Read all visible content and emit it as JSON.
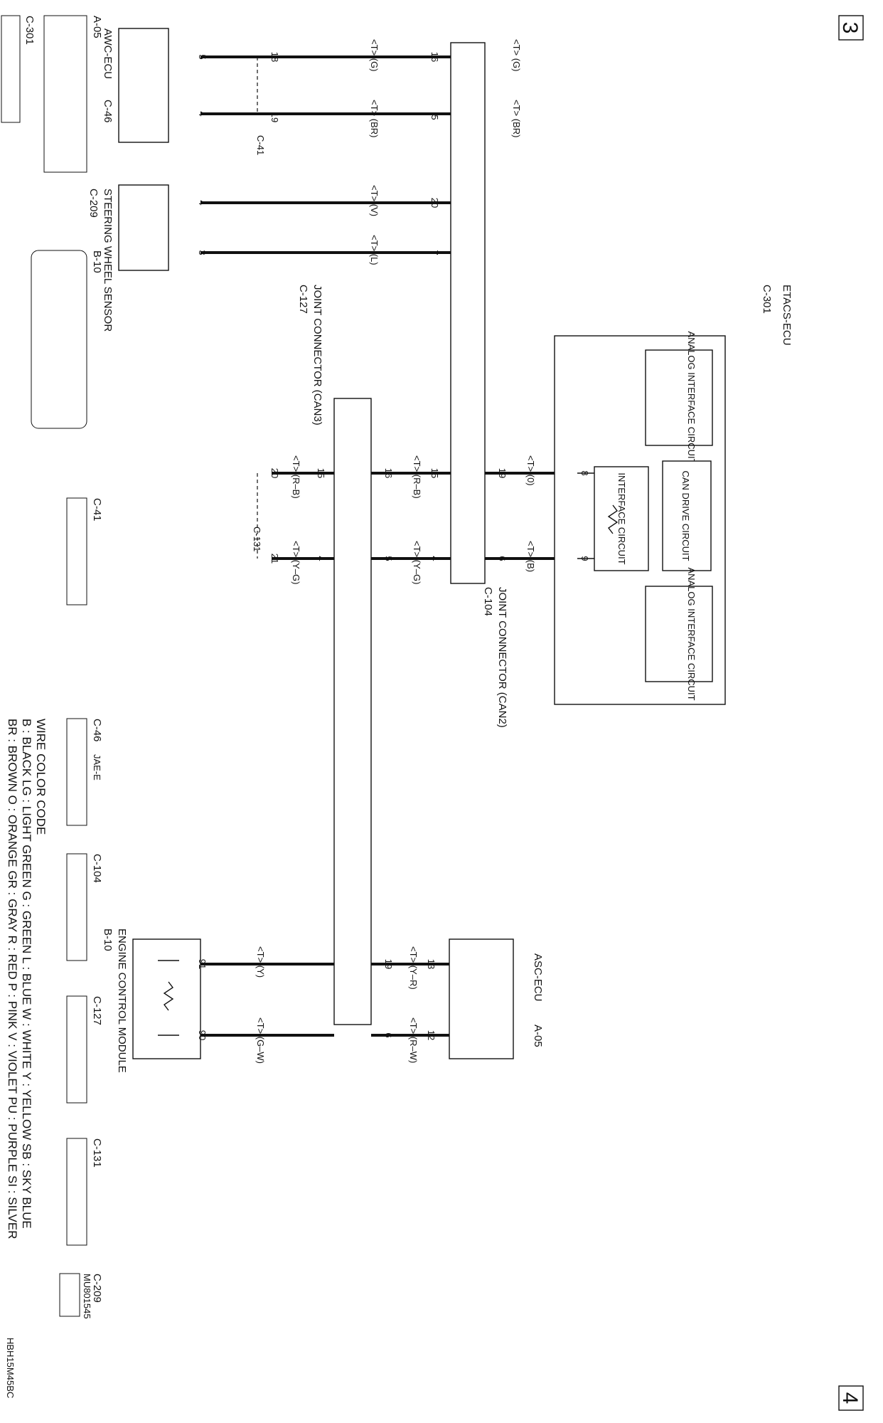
{
  "page_markers": {
    "top": "3",
    "bottom": "4"
  },
  "drawing_code": "HBH15M45BC",
  "etacs": {
    "name": "ETACS-ECU",
    "connector": "C-301",
    "blocks": [
      "ANALOG INTERFACE CIRCUIT",
      "CAN DRIVE CIRCUIT",
      "INTERFACE CIRCUIT",
      "ANALOG INTERFACE CIRCUIT"
    ],
    "pins": [
      "8",
      "9"
    ]
  },
  "joint_can2": {
    "name": "JOINT CONNECTOR (CAN2)",
    "connector": "C-104",
    "pins": [
      "16",
      "5",
      "20",
      "7",
      "19",
      "6",
      "15",
      "4"
    ]
  },
  "joint_can3": {
    "name": "JOINT CONNECTOR (CAN3)",
    "connector": "C-127",
    "pins": [
      "16",
      "5",
      "15",
      "4",
      "19",
      "6"
    ]
  },
  "c131": {
    "connector": "C-131",
    "pins": [
      "20",
      "21"
    ]
  },
  "c41": {
    "connector": "C-41",
    "pins": [
      "18",
      "19"
    ]
  },
  "awc": {
    "name": "AWC-ECU",
    "connector": "C-46",
    "pins": [
      "5",
      "4"
    ]
  },
  "steering": {
    "name": "STEERING WHEEL SENSOR",
    "connector": "C-209",
    "pins": [
      "4",
      "3"
    ]
  },
  "asc": {
    "name": "ASC-ECU",
    "connector": "A-05",
    "pins": [
      "13",
      "12"
    ]
  },
  "engine": {
    "name": "ENGINE CONTROL MODULE",
    "connector": "B-10",
    "pins": [
      "91",
      "90"
    ]
  },
  "wire_labels": {
    "awc_g": "<T> (G)",
    "awc_br": "<T> (BR)",
    "c41_g": "<T> (G)",
    "c41_br": "<T> (BR)",
    "steer_v": "<T> (V)",
    "steer_l": "<T> (L)",
    "etacs_o": "<T> (0)",
    "etacs_b": "<T> (B)",
    "can2_rb": "<T> (R–B)",
    "can2_yg": "<T> (Y–G)",
    "can3_rb": "<T> (R–B)",
    "can3_yg": "<T> (Y–G)",
    "asc_yr": "<T> (Y–R)",
    "asc_rw": "<T> (R–W)",
    "eng_y": "<T> (Y)",
    "eng_gw": "<T> (G–W)"
  },
  "connector_views": [
    {
      "id": "A-05",
      "note": ""
    },
    {
      "id": "C-301",
      "note": ""
    },
    {
      "id": "B-10",
      "note": ""
    },
    {
      "id": "C-41",
      "note": ""
    },
    {
      "id": "C-46",
      "note": "JAE-E"
    },
    {
      "id": "C-104",
      "note": ""
    },
    {
      "id": "C-127",
      "note": ""
    },
    {
      "id": "C-131",
      "note": ""
    },
    {
      "id": "C-209",
      "note": "MU801545"
    }
  ],
  "wire_color_code": {
    "title": "WIRE COLOR CODE",
    "line1": "B : BLACK    LG : LIGHT GREEN    G : GREEN    L : BLUE    W : WHITE    Y : YELLOW    SB : SKY BLUE",
    "line2": "BR : BROWN    O : ORANGE    GR : GRAY    R : RED    P : PINK    V : VIOLET    PU : PURPLE    SI : SILVER"
  }
}
